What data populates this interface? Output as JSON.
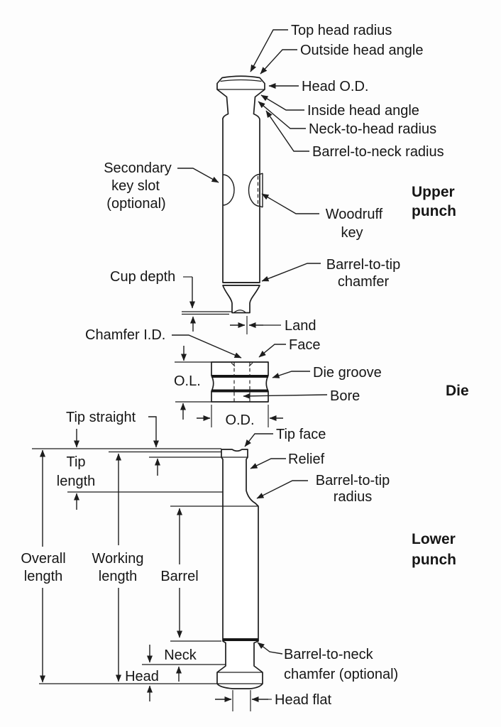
{
  "diagram": {
    "ink_color": "#1d1d1d",
    "background_color": "#fdfdfd",
    "upper_punch": {
      "section_label_1": "Upper",
      "section_label_2": "punch",
      "labels": {
        "top_head_radius": "Top head radius",
        "outside_head_angle": "Outside head angle",
        "head_od": "Head O.D.",
        "inside_head_angle": "Inside head angle",
        "neck_to_head_radius": "Neck-to-head radius",
        "barrel_to_neck_radius": "Barrel-to-neck radius",
        "secondary_key_slot_1": "Secondary",
        "secondary_key_slot_2": "key slot",
        "secondary_key_slot_3": "(optional)",
        "woodruff_key_1": "Woodruff",
        "woodruff_key_2": "key",
        "barrel_to_tip_chamfer_1": "Barrel-to-tip",
        "barrel_to_tip_chamfer_2": "chamfer",
        "cup_depth": "Cup depth",
        "land": "Land"
      }
    },
    "die": {
      "section_label": "Die",
      "labels": {
        "chamfer_id": "Chamfer I.D.",
        "face": "Face",
        "die_groove": "Die groove",
        "bore": "Bore",
        "overall_length_abbr": "O.L.",
        "outside_diameter_abbr": "O.D."
      }
    },
    "lower_punch": {
      "section_label_1": "Lower",
      "section_label_2": "punch",
      "labels": {
        "tip_straight": "Tip straight",
        "tip_face": "Tip face",
        "relief": "Relief",
        "barrel_to_tip_radius_1": "Barrel-to-tip",
        "barrel_to_tip_radius_2": "radius",
        "tip_length_1": "Tip",
        "tip_length_2": "length",
        "overall_length_1": "Overall",
        "overall_length_2": "length",
        "working_length_1": "Working",
        "working_length_2": "length",
        "barrel": "Barrel",
        "neck": "Neck",
        "head": "Head",
        "barrel_to_neck_chamfer_1": "Barrel-to-neck",
        "barrel_to_neck_chamfer_2": "chamfer (optional)",
        "head_flat": "Head flat"
      }
    }
  }
}
